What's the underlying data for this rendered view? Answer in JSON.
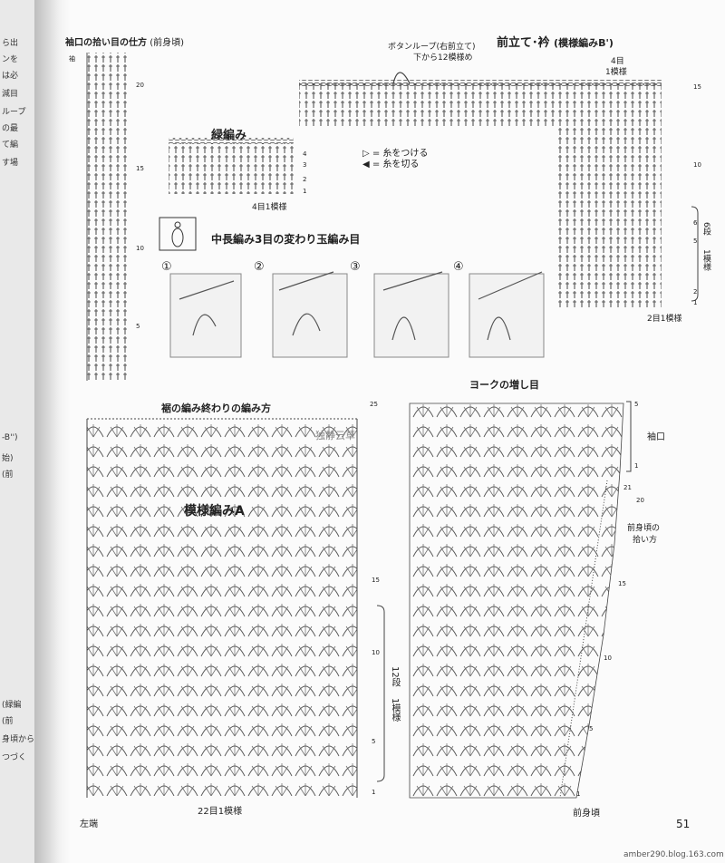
{
  "left_edge_fragments": [
    "ら出",
    "ンを",
    "は必",
    "減目",
    "ループ",
    "の最",
    "て編",
    "す場",
    "-B'')",
    "始)",
    "(前",
    "(緑編",
    "(前",
    "身頃から",
    "つづく"
  ],
  "sleeve_pickup": {
    "title": "袖口の拾い目の仕方",
    "subtitle": "(前身頃)",
    "row_top": "袖",
    "rows": [
      "20",
      "15",
      "10",
      "5"
    ]
  },
  "front_band": {
    "title": "前立て･衿",
    "pattern": "(模様編みB')",
    "loop_note_1": "ボタンループ(右前立て)",
    "loop_note_2": "下から12模様め",
    "repeat_a": "4目",
    "repeat_b": "1模様",
    "row_top": "15",
    "rows_right": [
      "10",
      "6",
      "5",
      "2",
      "1"
    ],
    "side_label_a": "6段",
    "side_label_b": "1模様",
    "bottom_label": "2目1模様"
  },
  "edging": {
    "title": "緑編み",
    "rows": [
      "4",
      "3",
      "2",
      "1"
    ],
    "repeat": "4目1模様"
  },
  "legend": {
    "join_yarn": "▷ = 糸をつける",
    "cut_yarn": "◀ = 糸を切る"
  },
  "popcorn": {
    "title": "中長編み3目の変わり玉編み目",
    "steps": [
      "①",
      "②",
      "③",
      "④"
    ]
  },
  "hem_end": {
    "title": "裾の編み終わりの編み方",
    "row": "25"
  },
  "pattern_a": {
    "title": "模様編みA",
    "rows": [
      "15",
      "10",
      "5",
      "1"
    ],
    "side_a": "12段",
    "side_b": "1模様",
    "bottom": "22目1模様",
    "corner": "左端"
  },
  "yoke": {
    "title": "ヨークの増し目",
    "rows_top": [
      "5",
      "1"
    ],
    "armhole": "袖口",
    "inc_rows": [
      "21",
      "20"
    ],
    "pickup_1": "前身頃の",
    "pickup_2": "拾い方",
    "rows": [
      "15",
      "10",
      "5",
      "1"
    ],
    "front": "前身頃"
  },
  "watermark": "独静云草",
  "page_number": "51",
  "footer_url": "amber290.blog.163.com"
}
